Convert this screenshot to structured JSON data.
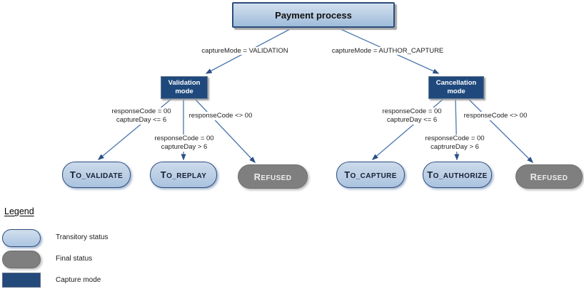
{
  "root": {
    "label": "Payment process"
  },
  "left": {
    "condition": "captureMode = VALIDATION",
    "mode": "Validation mode",
    "edges": [
      {
        "line1": "responseCode = 00",
        "line2": "captureDay <= 6"
      },
      {
        "line1": "responseCode = 00",
        "line2": "captureDay > 6"
      },
      {
        "line1": "responseCode <> 00",
        "line2": ""
      }
    ],
    "outcomes": [
      {
        "label": "TO_VALIDATE",
        "type": "transitory"
      },
      {
        "label": "TO_REPLAY",
        "type": "transitory"
      },
      {
        "label": "REFUSED",
        "type": "final"
      }
    ]
  },
  "right": {
    "condition": "captureMode = AUTHOR_CAPTURE",
    "mode": "Cancellation mode",
    "edges": [
      {
        "line1": "responseCode = 00",
        "line2": "captureDay <= 6"
      },
      {
        "line1": "responseCode = 00",
        "line2": "captrureDay > 6"
      },
      {
        "line1": "responseCode <> 00",
        "line2": ""
      }
    ],
    "outcomes": [
      {
        "label": "TO_CAPTURE",
        "type": "transitory"
      },
      {
        "label": "TO_AUTHORIZE",
        "type": "transitory"
      },
      {
        "label": "REFUSED",
        "type": "final"
      }
    ]
  },
  "legend": {
    "title": "Legend",
    "items": [
      {
        "label": "Transitory status",
        "swatch": "transitory"
      },
      {
        "label": "Final status",
        "swatch": "final"
      },
      {
        "label": "Capture mode",
        "swatch": "capture-mode"
      }
    ]
  },
  "colors": {
    "transitory_fill_top": "#ccdaeb",
    "transitory_fill_bottom": "#aac3df",
    "transitory_border": "#2c4d7e",
    "final_fill": "#7f7f7f",
    "capture_mode_fill": "#1f497d",
    "root_fill_top": "#d3e0ee",
    "root_fill_bottom": "#9fbcd9",
    "connector_line": "#4a77ad",
    "arrowhead": "#2d4f86"
  }
}
